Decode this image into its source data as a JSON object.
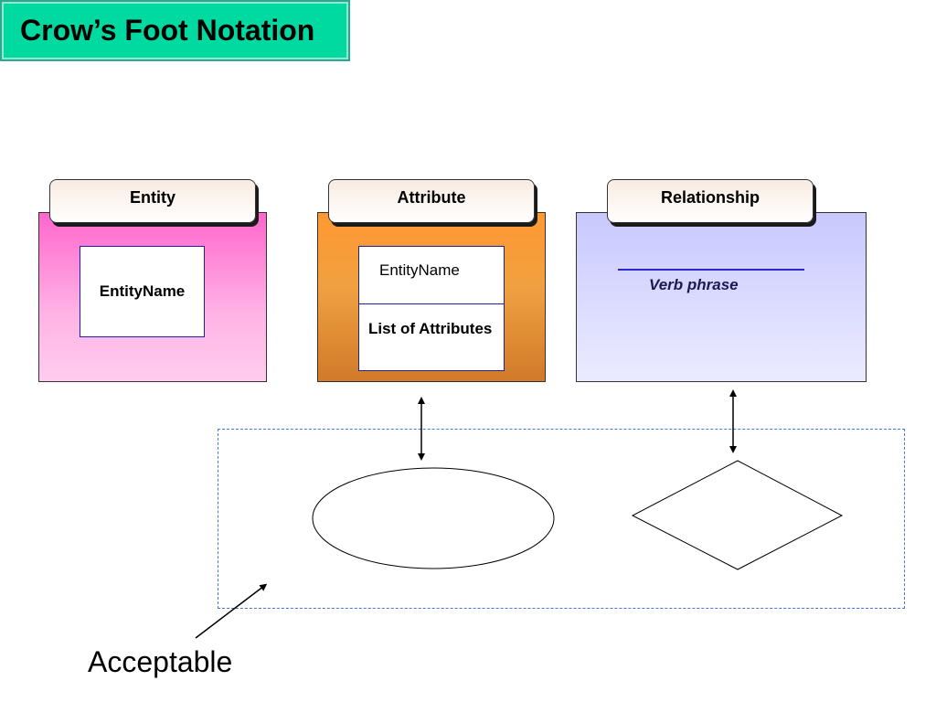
{
  "title": "Crow’s Foot Notation",
  "panels": {
    "entity": {
      "tab_label": "Entity",
      "box_text": "EntityName"
    },
    "attribute": {
      "tab_label": "Attribute",
      "name_text": "EntityName",
      "list_text": "List of Attributes"
    },
    "relationship": {
      "tab_label": "Relationship",
      "verb_text": "Verb phrase"
    }
  },
  "footer": {
    "label": "Acceptable"
  },
  "colors": {
    "title_bg": "#00d9a0",
    "entity_panel": "#ff66cc",
    "attribute_panel": "#ff9933",
    "relationship_panel": "#c8c8ff",
    "dashed_border": "#4a7ad8",
    "relationship_line": "#2a2ad0"
  }
}
